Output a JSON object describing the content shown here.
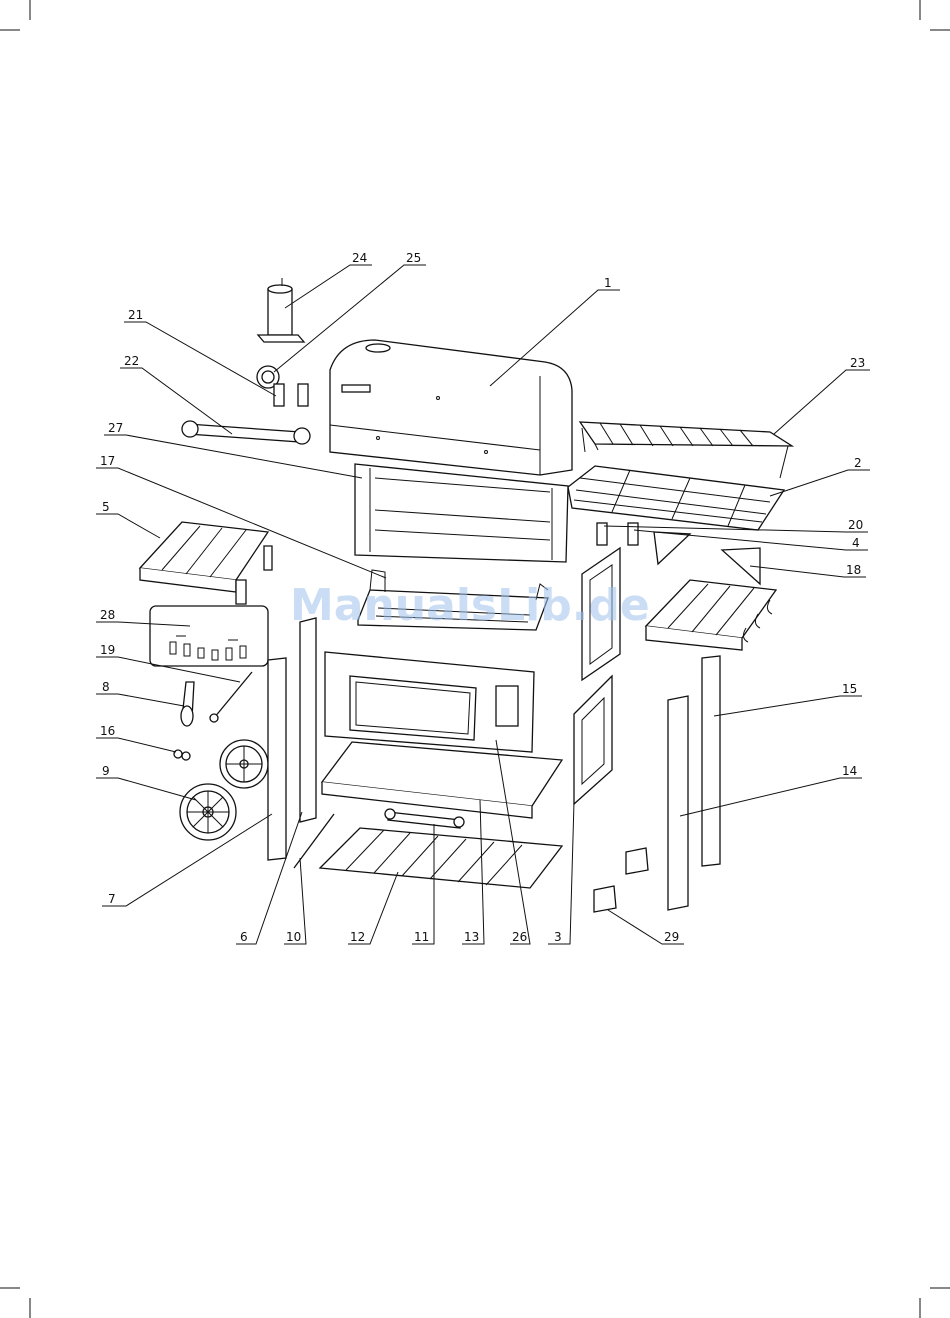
{
  "watermark": "ManualsLib.de",
  "labels": [
    {
      "id": "1",
      "text": "1"
    },
    {
      "id": "2",
      "text": "2"
    },
    {
      "id": "3",
      "text": "3"
    },
    {
      "id": "4",
      "text": "4"
    },
    {
      "id": "5",
      "text": "5"
    },
    {
      "id": "6",
      "text": "6"
    },
    {
      "id": "7",
      "text": "7"
    },
    {
      "id": "8",
      "text": "8"
    },
    {
      "id": "9",
      "text": "9"
    },
    {
      "id": "10",
      "text": "10"
    },
    {
      "id": "11",
      "text": "11"
    },
    {
      "id": "12",
      "text": "12"
    },
    {
      "id": "13",
      "text": "13"
    },
    {
      "id": "14",
      "text": "14"
    },
    {
      "id": "15",
      "text": "15"
    },
    {
      "id": "16",
      "text": "16"
    },
    {
      "id": "17",
      "text": "17"
    },
    {
      "id": "18",
      "text": "18"
    },
    {
      "id": "19",
      "text": "19"
    },
    {
      "id": "20",
      "text": "20"
    },
    {
      "id": "21",
      "text": "21"
    },
    {
      "id": "22",
      "text": "22"
    },
    {
      "id": "23",
      "text": "23"
    },
    {
      "id": "24",
      "text": "24"
    },
    {
      "id": "25",
      "text": "25"
    },
    {
      "id": "26",
      "text": "26"
    },
    {
      "id": "27",
      "text": "27"
    },
    {
      "id": "28",
      "text": "28"
    },
    {
      "id": "29",
      "text": "29"
    }
  ]
}
